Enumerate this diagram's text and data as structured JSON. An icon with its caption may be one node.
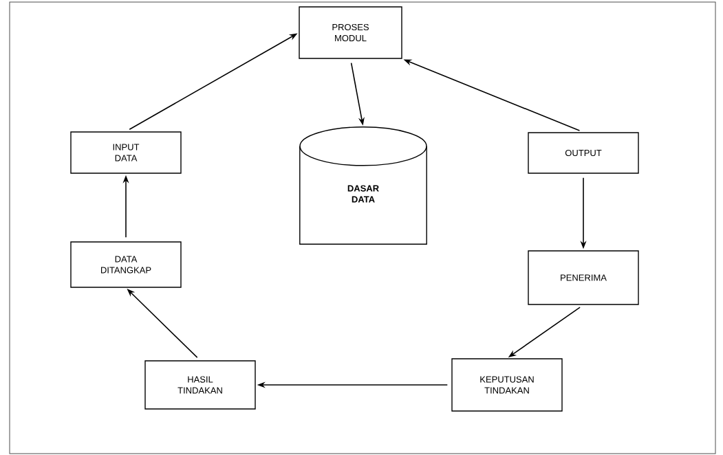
{
  "diagram": {
    "nodes": [
      {
        "text": [
          "PROSES MODUL"
        ]
      },
      {
        "text": [
          "INPUT DATA"
        ]
      },
      {
        "text": [
          "DASAR DATA"
        ]
      },
      {
        "text": [
          "OUTPUT"
        ]
      },
      {
        "text": [
          "DATA DITANGKAP"
        ]
      },
      {
        "text": [
          "PENERIMA"
        ]
      },
      {
        "text": [
          "HASIL TINDAKAN"
        ]
      },
      {
        "text": [
          "KEPUTUSAN TINDAKAN"
        ]
      }
    ],
    "edges": [
      {
        "from": 1,
        "to": 0,
        "arrow": "to"
      },
      {
        "from": 0,
        "to": 2,
        "arrow": "to"
      },
      {
        "from": 3,
        "to": 0,
        "arrow": "to"
      },
      {
        "from": 3,
        "to": 5,
        "arrow": "to"
      },
      {
        "from": 5,
        "to": 7,
        "arrow": "to"
      },
      {
        "from": 7,
        "to": 6,
        "arrow": "to"
      },
      {
        "from": 6,
        "to": 4,
        "arrow": "to"
      },
      {
        "from": 4,
        "to": 1,
        "arrow": "to"
      }
    ]
  }
}
